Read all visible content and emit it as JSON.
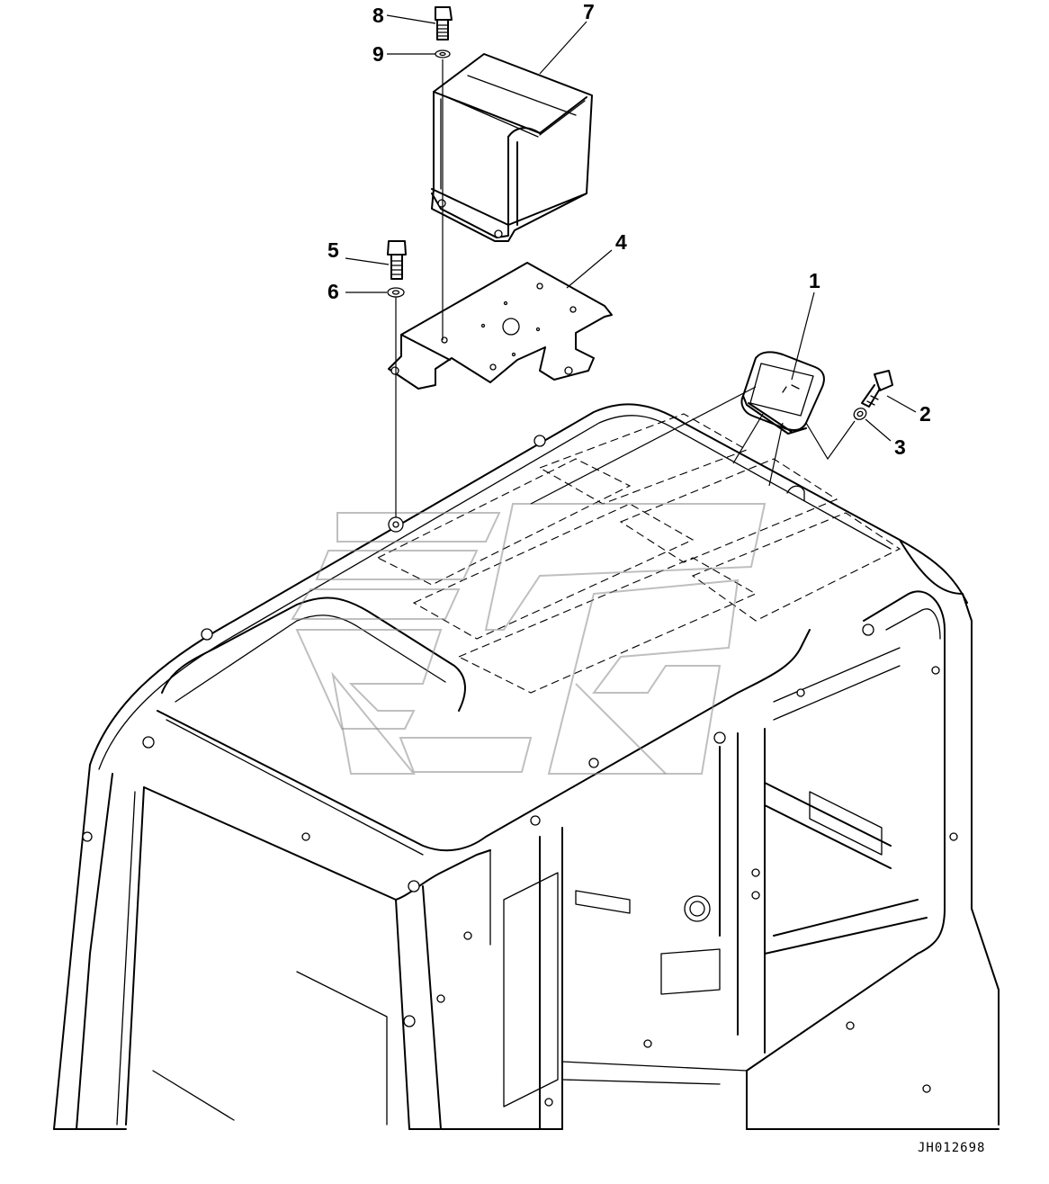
{
  "diagram": {
    "drawing_id": "JH012698",
    "callouts": [
      {
        "number": "1",
        "part": "lamp"
      },
      {
        "number": "2",
        "part": "bolt"
      },
      {
        "number": "3",
        "part": "washer"
      },
      {
        "number": "4",
        "part": "bracket"
      },
      {
        "number": "5",
        "part": "bolt"
      },
      {
        "number": "6",
        "part": "washer"
      },
      {
        "number": "7",
        "part": "cover"
      },
      {
        "number": "8",
        "part": "bolt"
      },
      {
        "number": "9",
        "part": "washer"
      }
    ]
  },
  "colors": {
    "line": "#000000",
    "background": "#ffffff",
    "watermark": "#8a8a8a"
  },
  "icons": [
    "watermark-logo-icon"
  ]
}
